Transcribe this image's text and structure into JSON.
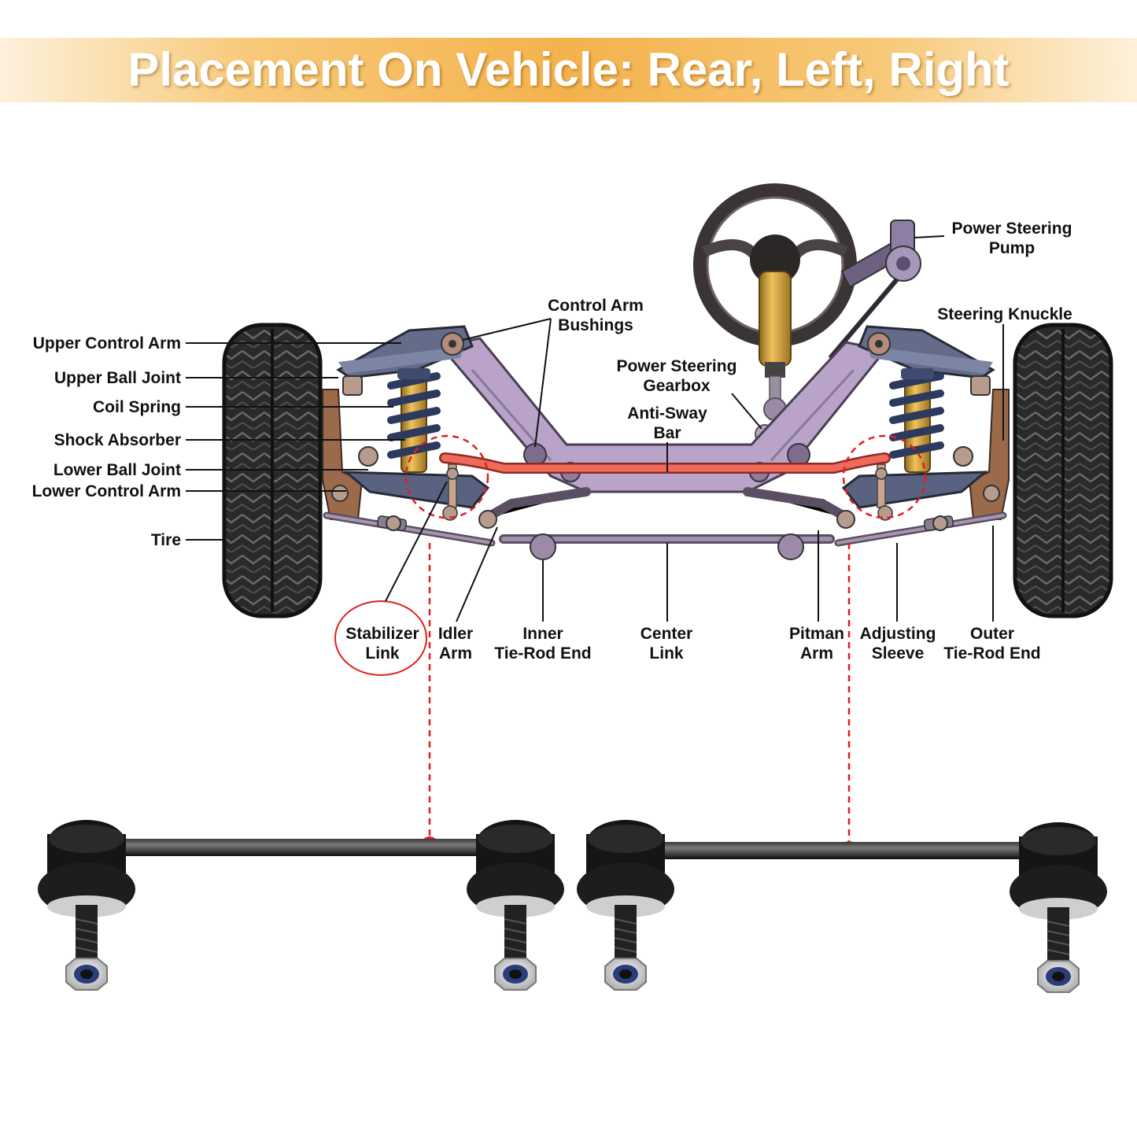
{
  "banner": {
    "title": "Placement On Vehicle: Rear, Left, Right"
  },
  "labels": {
    "upper_control_arm": "Upper Control Arm",
    "upper_ball_joint": "Upper Ball Joint",
    "coil_spring": "Coil Spring",
    "shock_absorber": "Shock Absorber",
    "lower_ball_joint": "Lower Ball Joint",
    "lower_control_arm": "Lower Control Arm",
    "tire": "Tire",
    "control_arm_bushings": [
      "Control Arm",
      "Bushings"
    ],
    "power_steering_gearbox": [
      "Power Steering",
      "Gearbox"
    ],
    "anti_sway_bar": [
      "Anti-Sway",
      "Bar"
    ],
    "power_steering_pump": [
      "Power Steering",
      "Pump"
    ],
    "steering_knuckle": "Steering Knuckle",
    "stabilizer_link": [
      "Stabilizer",
      "Link"
    ],
    "idler_arm": [
      "Idler",
      "Arm"
    ],
    "inner_tie_rod_end": [
      "Inner",
      "Tie-Rod End"
    ],
    "center_link": [
      "Center",
      "Link"
    ],
    "pitman_arm": [
      "Pitman",
      "Arm"
    ],
    "adjusting_sleeve": [
      "Adjusting",
      "Sleeve"
    ],
    "outer_tie_rod_end": [
      "Outer",
      "Tie-Rod End"
    ]
  },
  "colors": {
    "highlight_red": "#e01e1e",
    "frame_purple": "#b9a3c9",
    "arm_blue": "#5e6783",
    "anti_sway_bar": "#ef6a5a",
    "tire_dark": "#2b2b2b"
  }
}
